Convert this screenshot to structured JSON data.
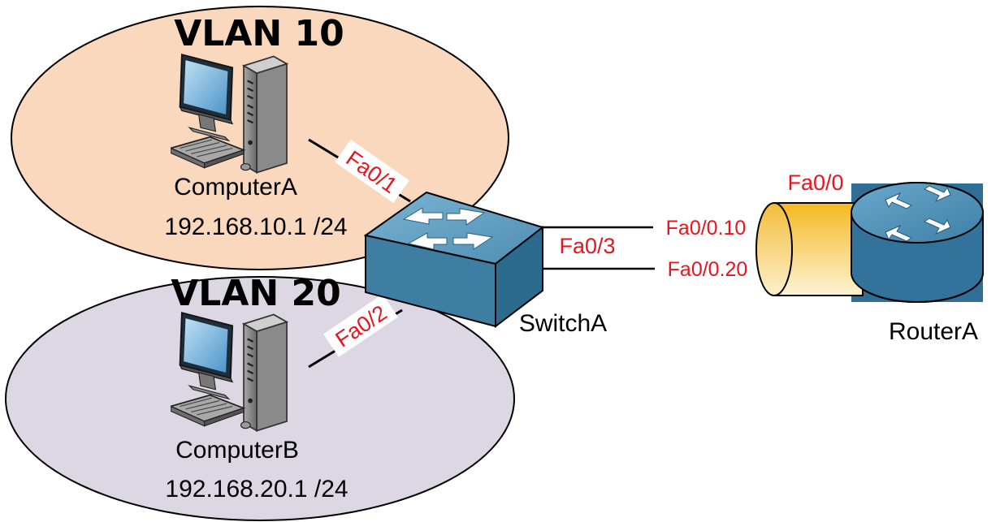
{
  "vlans": [
    {
      "label": "VLAN 10",
      "fill": "#fad8bd"
    },
    {
      "label": "VLAN 20",
      "fill": "#dcd7e3"
    }
  ],
  "computers": [
    {
      "name": "ComputerA",
      "ip": "192.168.10.1 /24",
      "port": "Fa0/1"
    },
    {
      "name": "ComputerB",
      "ip": "192.168.20.1 /24",
      "port": "Fa0/2"
    }
  ],
  "switch": {
    "name": "SwitchA",
    "uplink_port": "Fa0/3",
    "color": "#4a86a8"
  },
  "router": {
    "name": "RouterA",
    "physical_port": "Fa0/0",
    "subinterfaces": [
      "Fa0/0.10",
      "Fa0/0.20"
    ],
    "color": "#3d7ea4"
  },
  "colors": {
    "port_label": "#e8141e",
    "trunk": "#f5c030"
  }
}
